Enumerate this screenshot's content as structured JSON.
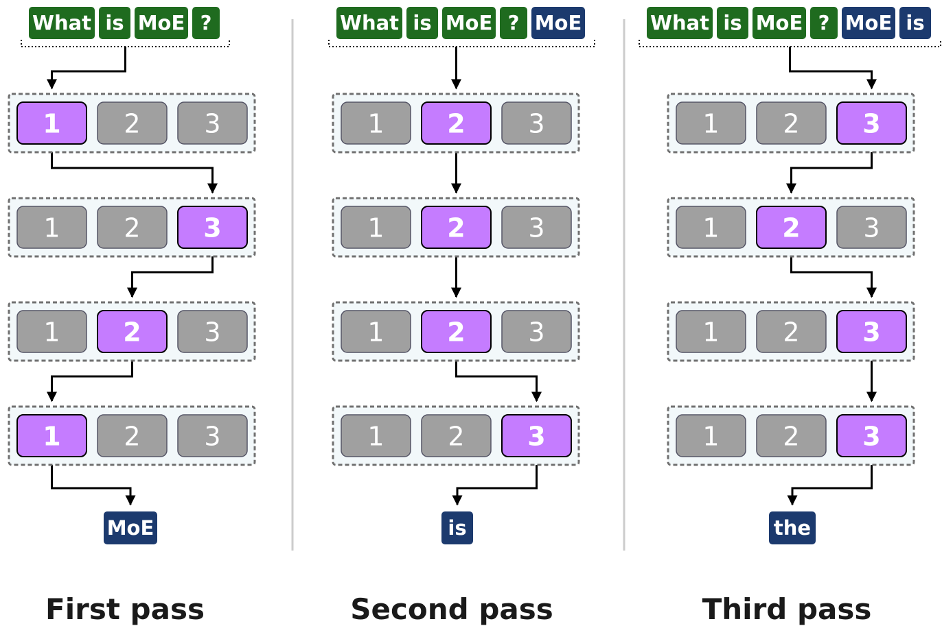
{
  "colors": {
    "input_token": "#1f6b1f",
    "generated_token": "#1c3a6e",
    "expert_active": "#c57cff",
    "expert_inactive": "#a0a0a0",
    "layer_fill": "#f2f8fa",
    "layer_border": "#707070",
    "arrow": "#000000",
    "divider": "#cccccc"
  },
  "experts": [
    "1",
    "2",
    "3"
  ],
  "passes": [
    {
      "label": "First pass",
      "tokens": [
        {
          "text": "What",
          "kind": "input"
        },
        {
          "text": "is",
          "kind": "input"
        },
        {
          "text": "MoE",
          "kind": "input"
        },
        {
          "text": "?",
          "kind": "input"
        }
      ],
      "routes": [
        1,
        3,
        2,
        1
      ],
      "output": "MoE"
    },
    {
      "label": "Second pass",
      "tokens": [
        {
          "text": "What",
          "kind": "input"
        },
        {
          "text": "is",
          "kind": "input"
        },
        {
          "text": "MoE",
          "kind": "input"
        },
        {
          "text": "?",
          "kind": "input"
        },
        {
          "text": "MoE",
          "kind": "generated"
        }
      ],
      "routes": [
        2,
        2,
        2,
        3
      ],
      "output": "is"
    },
    {
      "label": "Third pass",
      "tokens": [
        {
          "text": "What",
          "kind": "input"
        },
        {
          "text": "is",
          "kind": "input"
        },
        {
          "text": "MoE",
          "kind": "input"
        },
        {
          "text": "?",
          "kind": "input"
        },
        {
          "text": "MoE",
          "kind": "generated"
        },
        {
          "text": "is",
          "kind": "generated"
        }
      ],
      "routes": [
        3,
        2,
        3,
        3
      ],
      "output": "the"
    }
  ]
}
